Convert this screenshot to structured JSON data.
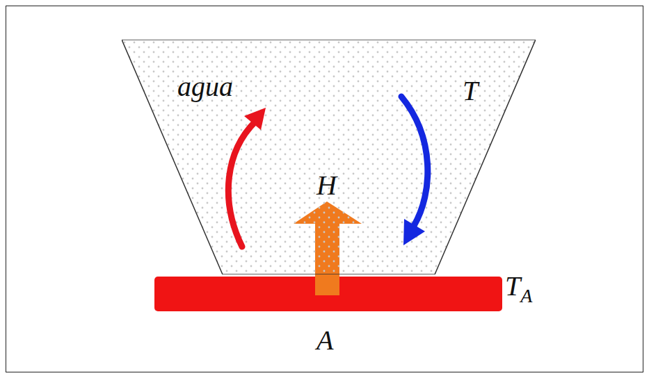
{
  "diagram": {
    "nodes": [
      {
        "text": [
          "agua",
          "T",
          "H"
        ]
      }
    ],
    "labels": [
      "T",
      "A",
      "A"
    ]
  }
}
